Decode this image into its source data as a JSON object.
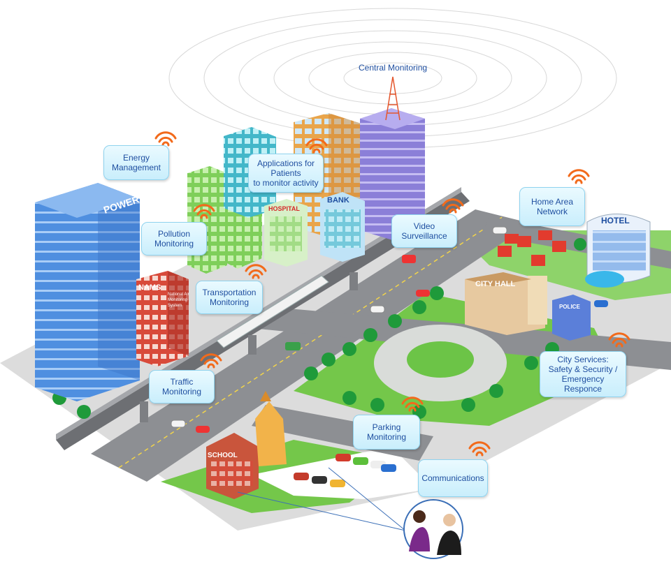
{
  "central": "Central Monitoring",
  "bubbles": {
    "energy": "Energy\nManagement",
    "patients": "Applications for\nPatients\nto monitor activity",
    "pollution": "Pollution\nMonitoring",
    "transport": "Transportation\nMonitoring",
    "video": "Video\nSurveillance",
    "home": "Home Area\nNetwork",
    "traffic": "Traffic\nMonitoring",
    "parking": "Parking\nMonitoring",
    "city": "City Services:\nSafety & Security /\nEmergency Responce",
    "comms": "Communications"
  },
  "signs": {
    "power": "POWER",
    "hospital": "HOSPITAL",
    "bank": "BANK",
    "nams": "NAMS",
    "nams_full": "National Air Monitoring System",
    "hotel": "HOTEL",
    "cityhall": "CITY HALL",
    "police": "POLICE",
    "school": "SCHOOL"
  },
  "colors": {
    "road": "#8d8f93",
    "grass": "#74c74a",
    "wifi": "#f26a1b",
    "bubble_text": "#1f4fa0",
    "power_tower": "#4f8fe0",
    "purple_tower": "#8b7fd8"
  }
}
